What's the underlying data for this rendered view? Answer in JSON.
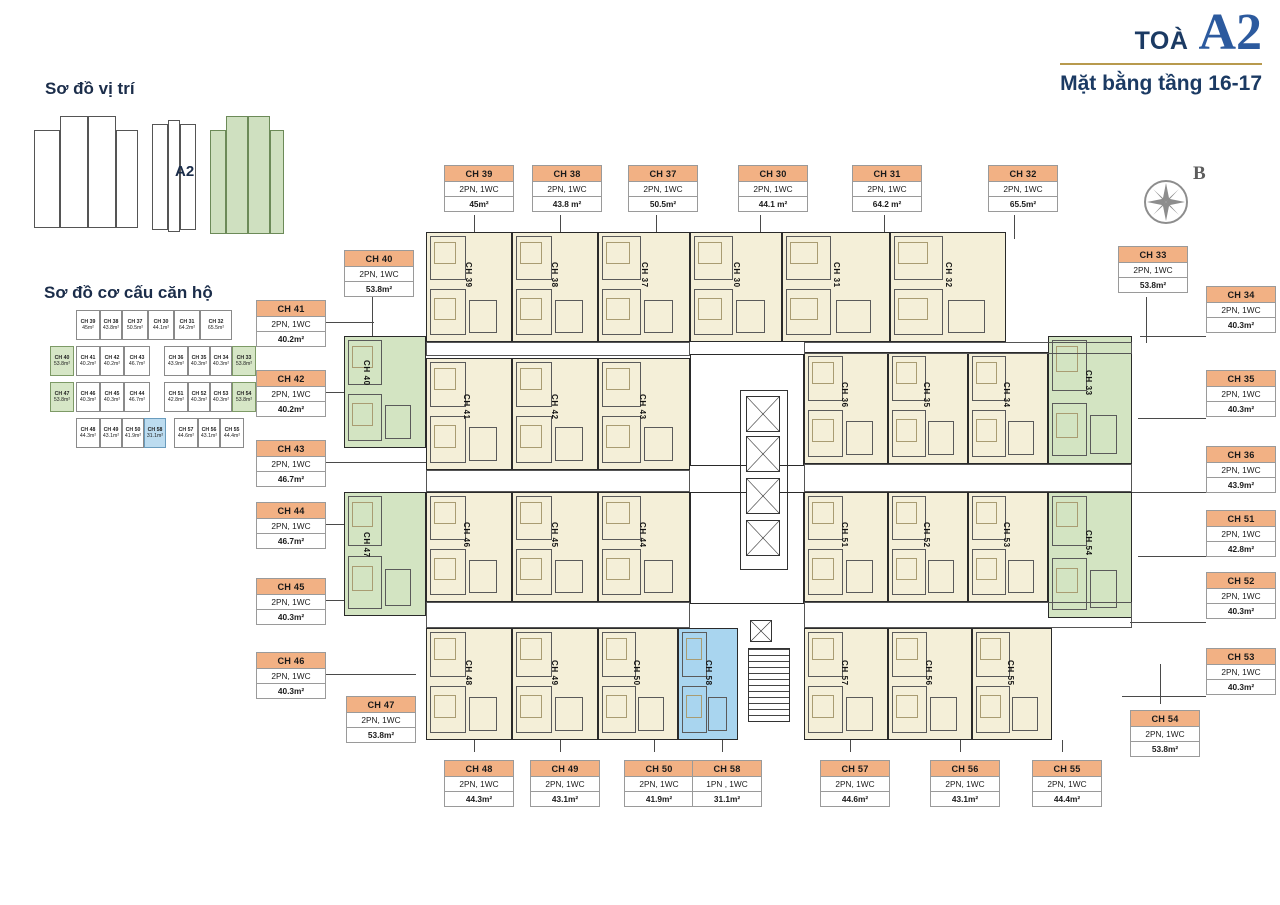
{
  "header": {
    "toa_word": "TOÀ",
    "tower_code": "A2",
    "floor_title": "Mặt bằng tầng 16-17"
  },
  "sections": {
    "location_title": "Sơ đồ vị trí",
    "structure_title": "Sơ đồ cơ cấu căn hộ",
    "location_highlight_label": "A2"
  },
  "compass": {
    "north_label": "B",
    "icon": "compass-rose-icon"
  },
  "colors": {
    "callout_header": "#f2b184",
    "unit_default": "#f4efd8",
    "unit_corner": "#d3e4c2",
    "unit_highlight": "#a9d5ef",
    "title_navy": "#1b3a63",
    "tower_blue": "#2c5a9e",
    "rule_gold": "#b89a4e"
  },
  "apartments": [
    {
      "id": "CH 39",
      "type": "2PN, 1WC",
      "area": "45m²",
      "plan_label": "CH 39"
    },
    {
      "id": "CH 38",
      "type": "2PN, 1WC",
      "area": "43.8 m²",
      "plan_label": "CH 38"
    },
    {
      "id": "CH 37",
      "type": "2PN, 1WC",
      "area": "50.5m²",
      "plan_label": "CH 37"
    },
    {
      "id": "CH 30",
      "type": "2PN, 1WC",
      "area": "44.1 m²",
      "plan_label": "CH 30"
    },
    {
      "id": "CH 31",
      "type": "2PN, 1WC",
      "area": "64.2 m²",
      "plan_label": "CH 31"
    },
    {
      "id": "CH 32",
      "type": "2PN, 1WC",
      "area": "65.5m²",
      "plan_label": "CH 32"
    },
    {
      "id": "CH 40",
      "type": "2PN, 1WC",
      "area": "53.8m²",
      "plan_label": "CH 40"
    },
    {
      "id": "CH 41",
      "type": "2PN, 1WC",
      "area": "40.2m²",
      "plan_label": "CH 41"
    },
    {
      "id": "CH 42",
      "type": "2PN, 1WC",
      "area": "40.2m²",
      "plan_label": "CH 42"
    },
    {
      "id": "CH 43",
      "type": "2PN, 1WC",
      "area": "46.7m²",
      "plan_label": "CH 43"
    },
    {
      "id": "CH 44",
      "type": "2PN, 1WC",
      "area": "46.7m²",
      "plan_label": "CH 44"
    },
    {
      "id": "CH 45",
      "type": "2PN, 1WC",
      "area": "40.3m²",
      "plan_label": "CH 45"
    },
    {
      "id": "CH 46",
      "type": "2PN, 1WC",
      "area": "40.3m²",
      "plan_label": "CH 46"
    },
    {
      "id": "CH 47",
      "type": "2PN, 1WC",
      "area": "53.8m²",
      "plan_label": "CH 47"
    },
    {
      "id": "CH 48",
      "type": "2PN, 1WC",
      "area": "44.3m²",
      "plan_label": "CH 48"
    },
    {
      "id": "CH 49",
      "type": "2PN, 1WC",
      "area": "43.1m²",
      "plan_label": "CH 49"
    },
    {
      "id": "CH 50",
      "type": "2PN, 1WC",
      "area": "41.9m²",
      "plan_label": "CH 50"
    },
    {
      "id": "CH 58",
      "type": "1PN , 1WC",
      "area": "31.1m²",
      "plan_label": "CH 58"
    },
    {
      "id": "CH 57",
      "type": "2PN, 1WC",
      "area": "44.6m²",
      "plan_label": "CH 57"
    },
    {
      "id": "CH 56",
      "type": "2PN, 1WC",
      "area": "43.1m²",
      "plan_label": "CH 56"
    },
    {
      "id": "CH 55",
      "type": "2PN, 1WC",
      "area": "44.4m²",
      "plan_label": "CH 55"
    },
    {
      "id": "CH 33",
      "type": "2PN, 1WC",
      "area": "53.8m²",
      "plan_label": "CH 33"
    },
    {
      "id": "CH 34",
      "type": "2PN, 1WC",
      "area": "40.3m²",
      "plan_label": "CH 34"
    },
    {
      "id": "CH 35",
      "type": "2PN, 1WC",
      "area": "40.3m²",
      "plan_label": "CH 35"
    },
    {
      "id": "CH 36",
      "type": "2PN, 1WC",
      "area": "43.9m²",
      "plan_label": "CH 36"
    },
    {
      "id": "CH 51",
      "type": "2PN, 1WC",
      "area": "42.8m²",
      "plan_label": "CH 51"
    },
    {
      "id": "CH 52",
      "type": "2PN, 1WC",
      "area": "40.3m²",
      "plan_label": "CH 52"
    },
    {
      "id": "CH 53",
      "type": "2PN, 1WC",
      "area": "40.3m²",
      "plan_label": "CH 53"
    },
    {
      "id": "CH 54",
      "type": "2PN, 1WC",
      "area": "53.8m²",
      "plan_label": "CH 54"
    }
  ],
  "structure_schematic": {
    "rows": [
      [
        {
          "id": "CH 39",
          "area": "45m²"
        },
        {
          "id": "CH 38",
          "area": "43.8m²"
        },
        {
          "id": "CH 37",
          "area": "50.5m²"
        },
        {
          "id": "CH 30",
          "area": "44.1m²"
        },
        {
          "id": "CH 31",
          "area": "64.2m²"
        },
        {
          "id": "CH 32",
          "area": "65.5m²"
        }
      ],
      [
        {
          "id": "CH 40",
          "area": "53.8m²"
        },
        {
          "id": "CH 41",
          "area": "40.2m²"
        },
        {
          "id": "CH 42",
          "area": "40.2m²"
        },
        {
          "id": "CH 43",
          "area": "46.7m²"
        },
        {
          "id": "CH 36",
          "area": "43.9m²"
        },
        {
          "id": "CH 35",
          "area": "40.3m²"
        },
        {
          "id": "CH 34",
          "area": "40.3m²"
        },
        {
          "id": "CH 33",
          "area": "53.8m²"
        }
      ],
      [
        {
          "id": "CH 47",
          "area": "53.8m²"
        },
        {
          "id": "CH 46",
          "area": "40.3m²"
        },
        {
          "id": "CH 45",
          "area": "40.3m²"
        },
        {
          "id": "CH 44",
          "area": "46.7m²"
        },
        {
          "id": "CH 51",
          "area": "42.8m²"
        },
        {
          "id": "CH 52",
          "area": "40.3m²"
        },
        {
          "id": "CH 53",
          "area": "40.3m²"
        },
        {
          "id": "CH 54",
          "area": "53.8m²"
        }
      ],
      [
        {
          "id": "CH 48",
          "area": "44.3m²"
        },
        {
          "id": "CH 49",
          "area": "43.1m²"
        },
        {
          "id": "CH 50",
          "area": "41.9m²"
        },
        {
          "id": "CH 58",
          "area": "31.1m²"
        },
        {
          "id": "CH 57",
          "area": "44.6m²"
        },
        {
          "id": "CH 56",
          "area": "43.1m²"
        },
        {
          "id": "CH 55",
          "area": "44.4m²"
        }
      ]
    ]
  }
}
